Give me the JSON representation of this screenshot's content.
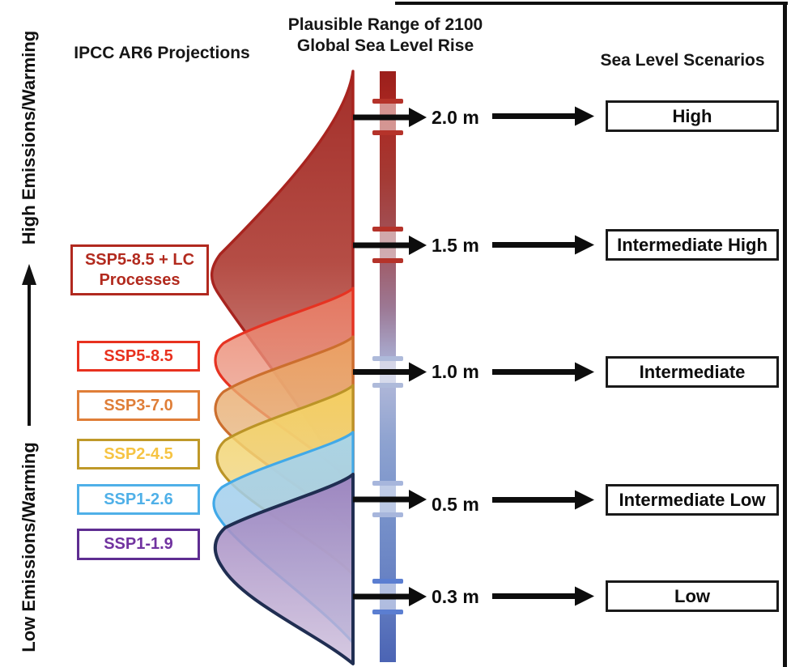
{
  "titles": {
    "projections": "IPCC AR6 Projections",
    "range_line1": "Plausible Range of 2100",
    "range_line2": "Global Sea Level Rise",
    "scenarios": "Sea Level Scenarios"
  },
  "axis": {
    "high_label": "High Emissions/Warming",
    "low_label": "Low Emissions/Warming"
  },
  "projections": [
    {
      "label": "SSP5-8.5 + LC Processes",
      "color": "#b1291f"
    },
    {
      "label": "SSP5-8.5",
      "color": "#e8311f"
    },
    {
      "label": "SSP3-7.0",
      "color": "#df7e38"
    },
    {
      "label": "SSP2-4.5",
      "color": "#f6c443",
      "border": "#bf9929"
    },
    {
      "label": "SSP1-2.6",
      "color": "#4fb0e8"
    },
    {
      "label": "SSP1-1.9",
      "color": "#7133a0",
      "border": "#5e2d91"
    }
  ],
  "levels": [
    {
      "value": "2.0 m",
      "scenario": "High"
    },
    {
      "value": "1.5 m",
      "scenario": "Intermediate High"
    },
    {
      "value": "1.0 m",
      "scenario": "Intermediate"
    },
    {
      "value": "0.5 m",
      "scenario": "Intermediate Low"
    },
    {
      "value": "0.3 m",
      "scenario": "Low"
    }
  ],
  "colorbar": {
    "top_color": "#9b1f1b",
    "bottom_color": "#4b64b4",
    "tick_color_red": "#b53228",
    "tick_color_light_blue": "#a9b8dd",
    "tick_color_blue": "#5b7ed1"
  }
}
